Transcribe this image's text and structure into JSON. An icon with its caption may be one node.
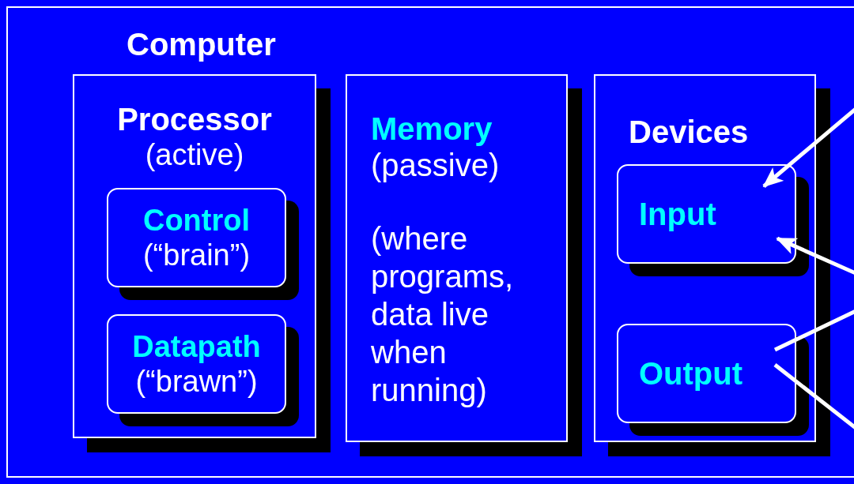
{
  "diagram": {
    "nodes": [
      {
        "text": [
          "Computer"
        ]
      },
      {
        "text": [
          "Processor",
          "(active)"
        ],
        "in": 0
      },
      {
        "text": [
          "Control",
          "(“brain”)"
        ],
        "in": 1
      },
      {
        "text": [
          "Datapath",
          "(“brawn”)"
        ],
        "in": 1
      },
      {
        "text": [
          "Memory",
          "(passive)",
          "(where programs, data live when running)"
        ],
        "in": 0
      },
      {
        "text": [
          "Devices"
        ],
        "in": 0
      },
      {
        "text": [
          "Input"
        ],
        "in": 5
      },
      {
        "text": [
          "Output"
        ],
        "in": 5
      }
    ],
    "edges": [
      {
        "from": null,
        "to": 6,
        "arrow": "to"
      },
      {
        "from": null,
        "to": 6,
        "arrow": "to"
      },
      {
        "from": 7,
        "to": null,
        "arrow": "none"
      },
      {
        "from": 7,
        "to": null,
        "arrow": "none"
      }
    ]
  }
}
